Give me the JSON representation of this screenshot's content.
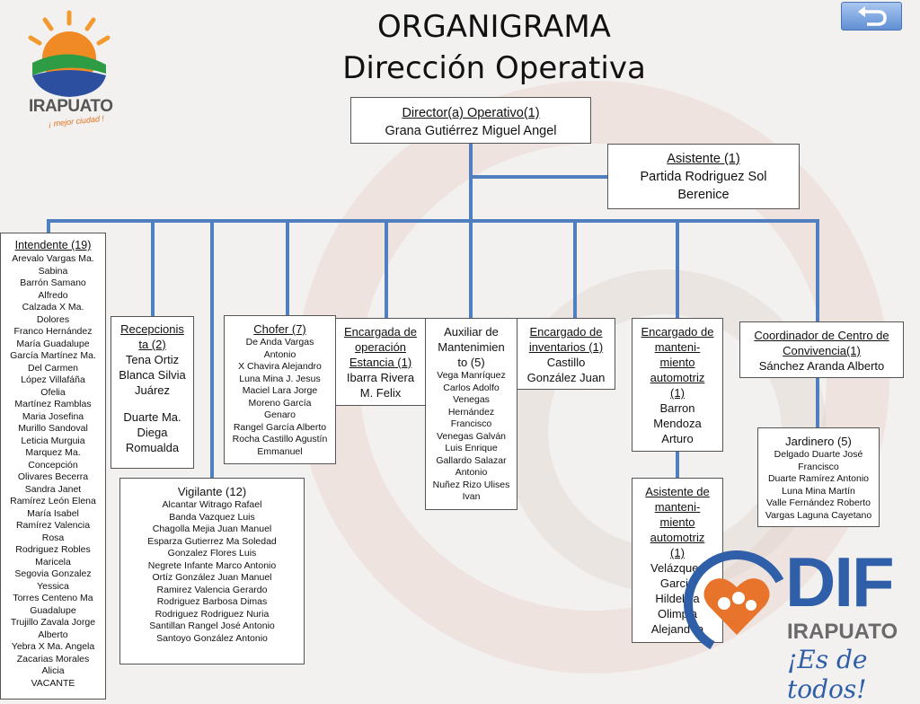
{
  "title": {
    "line1": "ORGANIGRAMA",
    "line2": "Dirección Operativa"
  },
  "logo_irapuato": {
    "name": "IRAPUATO",
    "slogan": "¡ mejor ciudad !"
  },
  "logo_dif": {
    "name": "DIF",
    "city": "IRAPUATO",
    "slogan": "¡Es de todos!"
  },
  "director": {
    "title": "Director(a) Operativo(1)",
    "name": "Grana  Gutiérrez  Miguel Angel"
  },
  "asistente": {
    "title": "Asistente  (1)",
    "lines": [
      "Partida Rodriguez Sol",
      "Berenice"
    ]
  },
  "intendente": {
    "title": "Intendente (19)",
    "lines": [
      "Arevalo Vargas Ma.",
      "Sabina",
      "Barrón Samano",
      "Alfredo",
      "Calzada X Ma.",
      "Dolores",
      "Franco Hernández",
      "María Guadalupe",
      "García Martínez Ma.",
      "Del Carmen",
      "López Villafáña",
      "Ofelia",
      "Martínez Ramblas",
      "Maria Josefina",
      "Murillo  Sandoval",
      "Leticia Murguia",
      "Marquez Ma.",
      "Concepción",
      "Olivares Becerra",
      "Sandra Janet",
      "Ramírez  León  Elena",
      "María Isabel",
      "Ramírez Valencia",
      "Rosa",
      "Rodriguez Robles",
      "Maricela",
      "Segovia Gonzalez",
      "Yessica",
      "Torres  Centeno Ma",
      "Guadalupe",
      "Trujillo Zavala Jorge",
      "Alberto",
      "Yebra X Ma. Angela",
      "Zacarias Morales",
      "Alicia",
      "VACANTE"
    ]
  },
  "recepcionista": {
    "title_lines": [
      "Recepcionis",
      "ta (2)"
    ],
    "lines": [
      "Tena Ortiz",
      "Blanca Silvia",
      "Juárez",
      "",
      "Duarte Ma.",
      "Diega",
      "Romualda"
    ]
  },
  "chofer": {
    "title": "Chofer (7)",
    "lines": [
      "De Anda Vargas",
      "Antonio",
      "X Chavira Alejandro",
      "Luna Mina J. Jesus",
      "Maciel Lara Jorge",
      "Moreno  García",
      "Genaro",
      "Rangel García Alberto",
      "Rocha Castillo Agustín",
      "Emmanuel"
    ]
  },
  "vigilante": {
    "title": "Vigilante (12)",
    "lines": [
      "Alcantar Witrago Rafael",
      "Banda  Vazquez Luis",
      "Chagolla Mejia Juan Manuel",
      "Esparza Gutierrez Ma Soledad",
      "Gonzalez Flores Luis",
      "Negrete  Infante Marco Antonio",
      "Ortíz  González  Juan Manuel",
      "Ramirez Valencia Gerardo",
      "Rodriguez Barbosa Dimas",
      "Rodriguez Rodriguez Nuria",
      "Santillan  Rangel José Antonio",
      "Santoyo González Antonio"
    ]
  },
  "encargada_estancia": {
    "title_lines": [
      "Encargada de",
      "operación",
      "Estancia (1)"
    ],
    "lines": [
      "Ibarra Rivera",
      "M. Felix"
    ]
  },
  "auxiliar": {
    "title_lines": [
      "Auxiliar de",
      "Mantenimien",
      "to (5)"
    ],
    "lines": [
      "Vega Manríquez",
      "Carlos Adolfo",
      "Venegas",
      "Hernández",
      "Francisco",
      "Venegas Galván",
      "Luis Enrique",
      "Gallardo Salazar",
      "Antonio",
      "Nuñez Rizo Ulises",
      "Ivan"
    ]
  },
  "inventarios": {
    "title_lines": [
      "Encargado de",
      "inventarios (1)"
    ],
    "lines": [
      "Castillo",
      "González Juan"
    ]
  },
  "mant_auto": {
    "title_lines": [
      "Encargado de",
      "manteni-",
      "miento",
      "automotriz",
      "(1)"
    ],
    "lines": [
      "Barron",
      "Mendoza",
      "Arturo"
    ]
  },
  "asist_auto": {
    "title_lines": [
      "Asistente de",
      "manteni-",
      "miento",
      "automotriz",
      "(1)"
    ],
    "lines": [
      "Velázquez",
      "Garcia",
      "Hildelisa",
      "Olimpia",
      "Alejand ra"
    ]
  },
  "coordinador": {
    "title_lines": [
      "Coordinador de Centro de",
      "Convivencia(1)"
    ],
    "lines": [
      "Sánchez  Aranda  Alberto"
    ]
  },
  "jardinero": {
    "title": "Jardinero (5)",
    "lines": [
      "Delgado  Duarte José",
      "Francisco",
      "Duarte Ramírez Antonio",
      "Luna Mina Martín",
      "Valle Fernández Roberto",
      "Vargas Laguna Cayetano"
    ]
  },
  "icons": {
    "back_button": "return-arrow-icon"
  },
  "colors": {
    "connector": "#4f7fbf",
    "accent_orange": "#e8732a",
    "accent_blue": "#2e5fa8"
  }
}
